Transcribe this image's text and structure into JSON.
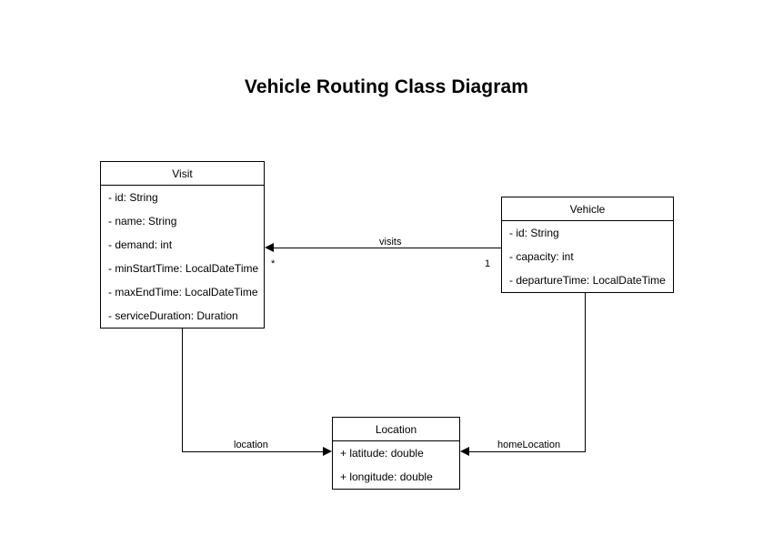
{
  "diagram": {
    "title": "Vehicle Routing Class Diagram",
    "type": "uml-class-diagram",
    "background_color": "#ffffff",
    "line_color": "#000000",
    "text_color": "#000000"
  },
  "classes": [
    {
      "name": "Visit",
      "attributes": [
        "- id: String",
        "- name: String",
        "- demand: int",
        "- minStartTime: LocalDateTime",
        "- maxEndTime: LocalDateTime",
        "- serviceDuration: Duration"
      ]
    },
    {
      "name": "Vehicle",
      "attributes": [
        "- id: String",
        "- capacity: int",
        "- departureTime: LocalDateTime"
      ]
    },
    {
      "name": "Location",
      "attributes": [
        "+ latitude: double",
        "+ longitude: double"
      ]
    }
  ],
  "relationships": [
    {
      "label": "visits",
      "from": "Vehicle",
      "to": "Visit",
      "source_multiplicity": "1",
      "target_multiplicity": "*",
      "arrow_direction": "left"
    },
    {
      "label": "location",
      "from": "Visit",
      "to": "Location",
      "arrow_direction": "right"
    },
    {
      "label": "homeLocation",
      "from": "Vehicle",
      "to": "Location",
      "arrow_direction": "left"
    }
  ]
}
